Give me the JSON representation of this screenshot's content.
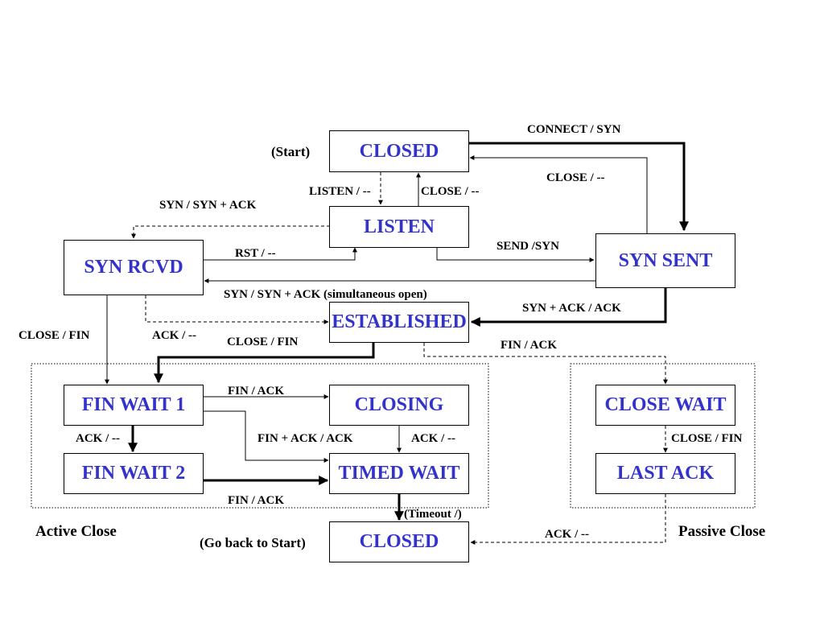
{
  "states": {
    "closed": "CLOSED",
    "listen": "LISTEN",
    "syn_rcvd": "SYN RCVD",
    "syn_sent": "SYN SENT",
    "established": "ESTABLISHED",
    "fin_wait_1": "FIN WAIT 1",
    "fin_wait_2": "FIN WAIT 2",
    "closing": "CLOSING",
    "timed_wait": "TIMED WAIT",
    "close_wait": "CLOSE WAIT",
    "last_ack": "LAST ACK",
    "closed_end": "CLOSED"
  },
  "labels": {
    "start": "(Start)",
    "go_back": "(Go back to Start)",
    "active_close": "Active Close",
    "passive_close": "Passive Close"
  },
  "transitions": {
    "connect_syn": "CONNECT / SYN",
    "close_dash_synsent": "CLOSE / --",
    "listen_dash": "LISTEN / --",
    "close_dash_listen": "CLOSE / --",
    "syn_synack": "SYN / SYN + ACK",
    "rst_dash": "RST / --",
    "send_syn": "SEND /SYN",
    "simultaneous_open": "SYN / SYN + ACK (simultaneous open)",
    "synack_ack": "SYN + ACK  / ACK",
    "close_fin_left": "CLOSE / FIN",
    "ack_dash_rcvd": "ACK / --",
    "close_fin_est": "CLOSE / FIN",
    "fin_ack_passive": "FIN / ACK",
    "fin_ack_closing": "FIN / ACK",
    "fin_plus_ack": "FIN  + ACK / ACK",
    "ack_dash_closing": "ACK / --",
    "ack_dash_fw1": "ACK / --",
    "close_fin_passive": "CLOSE / FIN",
    "fin_ack_fw2": "FIN / ACK",
    "timeout": "(Timeout /)",
    "ack_dash_lastack": "ACK / --"
  }
}
